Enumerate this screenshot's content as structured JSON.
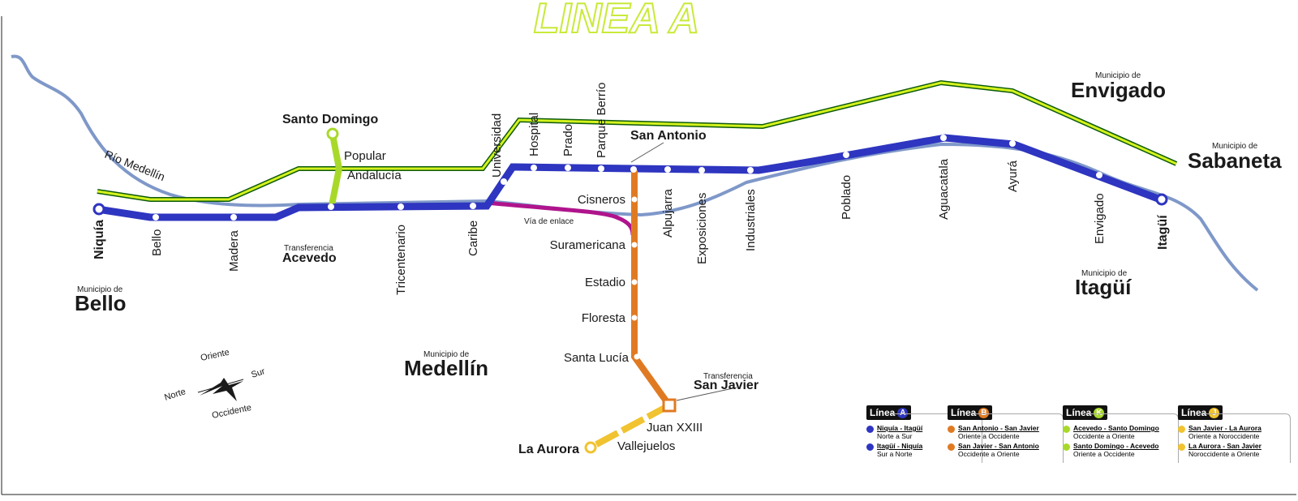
{
  "title": "LINEA A",
  "colors": {
    "line_a": "#2e35c0",
    "line_b": "#e07a22",
    "line_k": "#a8d92a",
    "line_j": "#f1c330",
    "river": "#7f98c9",
    "enlace": "#b0148c",
    "future": "#d4f21d",
    "future_edge": "#0c5a0c"
  },
  "river_label": "Río Medellín",
  "enlace_label": "Vía de enlace",
  "municipalities": [
    {
      "prefix": "Municipio de",
      "name": "Bello"
    },
    {
      "prefix": "Municipio de",
      "name": "Medellín"
    },
    {
      "prefix": "Municipio de",
      "name": "Itagüí"
    },
    {
      "prefix": "Municipio de",
      "name": "Envigado"
    },
    {
      "prefix": "Municipio de",
      "name": "Sabaneta"
    }
  ],
  "line_a_stations": [
    "Niquía",
    "Bello",
    "Madera",
    "Acevedo",
    "Tricentenario",
    "Caribe",
    "Universidad",
    "Hospital",
    "Prado",
    "Parque Berrío",
    "San Antonio",
    "Alpujarra",
    "Exposiciones",
    "Industriales",
    "Poblado",
    "Aguacatala",
    "Ayurá",
    "Envigado",
    "Itagüí"
  ],
  "line_b_stations": [
    "Cisneros",
    "Suramericana",
    "Estadio",
    "Floresta",
    "Santa Lucía",
    "San Javier"
  ],
  "line_j_stations": [
    "Juan XXIII",
    "Vallejuelos",
    "La Aurora"
  ],
  "line_k_stations": [
    "Santo Domingo",
    "Popular",
    "Andalucía"
  ],
  "transfer_label": "Transferencia",
  "compass": {
    "north": "Norte",
    "south": "Sur",
    "east": "Oriente",
    "west": "Occidente"
  },
  "legend": [
    {
      "line": "Línea",
      "letter": "A",
      "color": "#2e35c0",
      "items": [
        {
          "route": "Niquía - Itagüí",
          "dir": "Norte a Sur"
        },
        {
          "route": "Itagüí - Niquía",
          "dir": "Sur a Norte"
        }
      ]
    },
    {
      "line": "Línea",
      "letter": "B",
      "color": "#e07a22",
      "items": [
        {
          "route": "San Antonio - San Javier",
          "dir": "Oriente a Occidente"
        },
        {
          "route": "San Javier - San Antonio",
          "dir": "Occidente a Oriente"
        }
      ]
    },
    {
      "line": "Línea",
      "letter": "K",
      "color": "#a8d92a",
      "items": [
        {
          "route": "Acevedo - Santo Domingo",
          "dir": "Occidente a Oriente"
        },
        {
          "route": "Santo Domingo - Acevedo",
          "dir": "Oriente a Occidente"
        }
      ]
    },
    {
      "line": "Línea",
      "letter": "J",
      "color": "#f1c330",
      "items": [
        {
          "route": "San Javier - La Aurora",
          "dir": "Oriente a Noroccidente"
        },
        {
          "route": "La Aurora - San Javier",
          "dir": "Noroccidente a Oriente"
        }
      ]
    }
  ]
}
